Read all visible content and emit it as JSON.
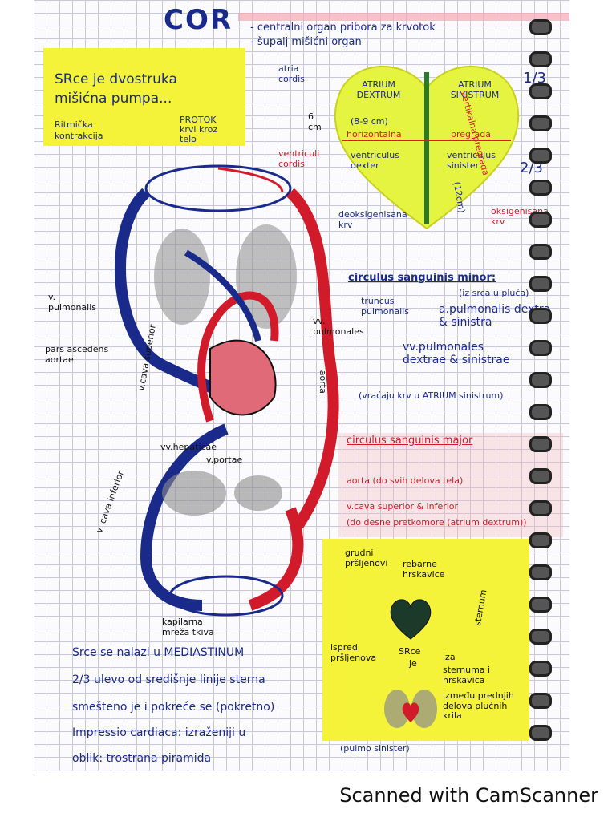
{
  "title": "COR",
  "header_lines": [
    "- centralni organ pribora za krvotok",
    "- šupalj mišićni organ"
  ],
  "note1": {
    "line1": "SRce je dvostruka",
    "line2": "mišićna pumpa...",
    "left1": "Ritmička",
    "left2": "kontrakcija",
    "right1": "PROTOK",
    "right2": "krvi kroz",
    "right3": "telo"
  },
  "atria_label": "atria cordis",
  "heart": {
    "atrium_dextrum": "ATRIUM DEXTRUM",
    "size": "(8-9 cm)",
    "horizontal": "horizontalna",
    "atrium_sinistrum": "ATRIUM SINISTRUM",
    "pregrada": "pregrada",
    "ventr_dexter": "ventriculus dexter",
    "ventr_sinister": "ventriculus sinister",
    "vertical": "vertikalna pregrada",
    "size2": "(12cm)"
  },
  "fractions": {
    "top": "1/3",
    "bottom": "2/3"
  },
  "ventr_label": "ventriculi cordis",
  "side_6cm": "6 cm",
  "deoks": "deoksigenisana krv",
  "oks": "oksigenisana krv",
  "diagram_labels": {
    "vv_pulm_left": "v. pulmonalis",
    "pars": "pars ascedens aortae",
    "vv_pulm_right": "vv. pulmonales",
    "vena_cava_sup": "v.cava superior",
    "aorta": "aorta",
    "vv_hepaticae": "vv.hepaticae",
    "v_portae": "v.portae",
    "vena_cava_inf": "v. cava inferior",
    "kapilarna": "kapilarna mreža tkiva"
  },
  "circulus_minor": {
    "title": "circulus sanguinis minor:",
    "truncus": "truncus pulmonalis",
    "iz": "(iz srca u pluća)",
    "a_pulm": "a.pulmonalis dextra & sinistra",
    "vv": "vv.pulmonales dextrae & sinistrae",
    "vracaju": "(vraćaju krv u ATRIUM sinistrum)"
  },
  "circulus_major": {
    "title": "circulus sanguinis major",
    "aorta": "aorta (do svih delova tela)",
    "vcava": "v.cava superior & inferior",
    "do": "(do desne pretkomore (atrium dextrum))"
  },
  "bullets": [
    "Srce se nalazi u MEDIASTINUM",
    "2/3 ulevo od središnje linije sterna",
    "smešteno je i pokreće se (pokretno)",
    "Impressio cardiaca: izraženiji u",
    "oblik: trostrana piramida"
  ],
  "pulmo": "(pulmo sinister)",
  "note2": {
    "grudni": "grudni pršljenovi",
    "rebarne": "rebarne hrskavice",
    "sternum": "sternum",
    "ispred": "ispred pršljenova",
    "srce": "SRce",
    "je": "je",
    "iza": "iza",
    "sternuma": "sternuma i hrskavica",
    "izmedju": "između prednjih delova plućnih krila"
  },
  "footer": "Scanned with CamScanner",
  "colors": {
    "red": "#d21b2a",
    "blue": "#1a2a8a",
    "sticky": "#f4f33a"
  }
}
